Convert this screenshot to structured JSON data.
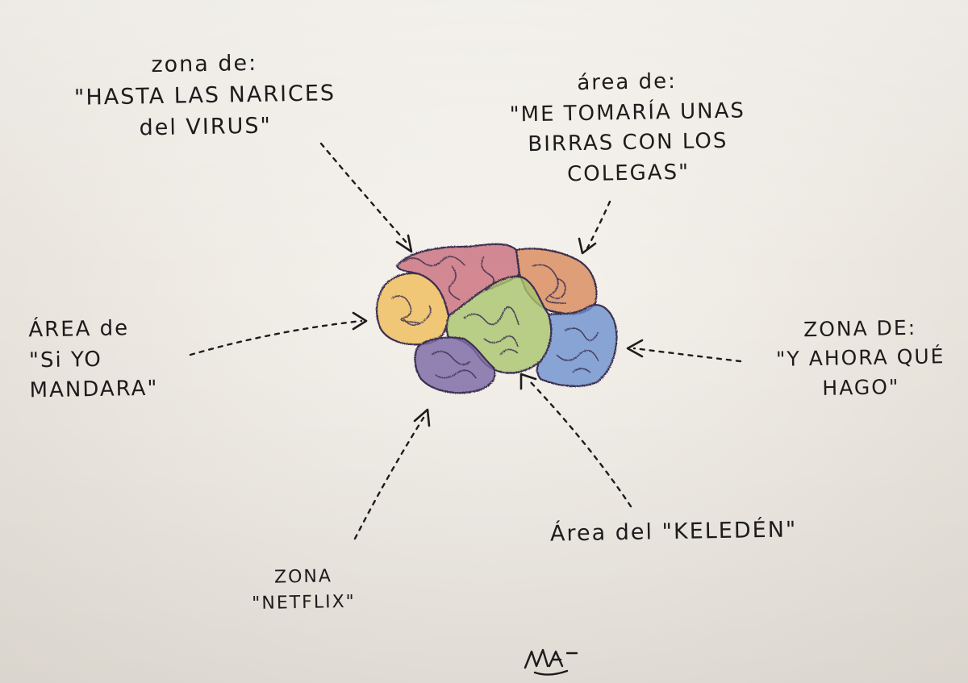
{
  "drawing": {
    "labels": {
      "top_left": {
        "line1": "zona de:",
        "line2": "\"HASTA LAS NARICES",
        "line3": "del VIRUS\""
      },
      "top_right": {
        "line1": "área de:",
        "line2": "\"ME TOMARÍA UNAS",
        "line3": "BIRRAS CON LOS",
        "line4": "COLEGAS\""
      },
      "left": {
        "line1": "ÁREA de",
        "line2": "\"Si YO",
        "line3": "MANDARA\""
      },
      "right": {
        "line1": "ZONA DE:",
        "line2": "\"Y AHORA QUÉ",
        "line3": "HAGO\""
      },
      "bottom_right": {
        "line1": "Área del \"KELEDÉN\""
      },
      "bottom_left": {
        "line1": "ZONA",
        "line2": "\"NETFLIX\""
      }
    },
    "signature": "MA",
    "brain_colors": {
      "red_frontal": "#c96a78",
      "orange_parietal": "#d98a5a",
      "yellow_front": "#f0c062",
      "green_center": "#a9c46d",
      "blue_back": "#6a8fd0",
      "purple_temporal": "#7b6aa6"
    },
    "ink_color": "#1d1b1b"
  }
}
